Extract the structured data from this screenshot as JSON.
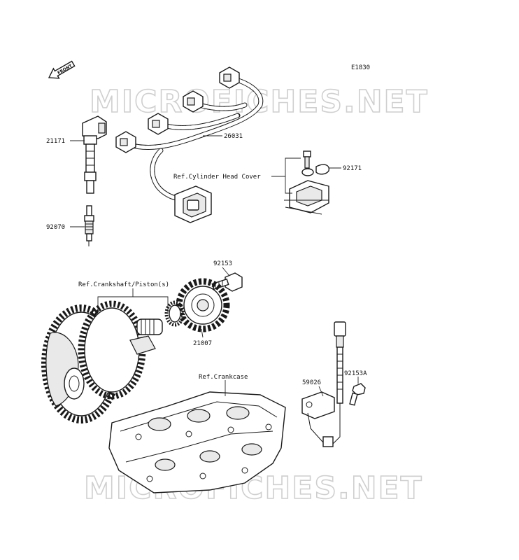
{
  "diagram_code": "E1830",
  "front_arrow_label": "FRONT",
  "watermark_text": "MICROFICHES.NET",
  "callouts": {
    "p21171": "21171",
    "p92070": "92070",
    "p26031": "26031",
    "p92171": "92171",
    "ref_cylinder_head_cover": "Ref.Cylinder Head Cover",
    "p92153": "92153",
    "ref_crankshaft_piston": "Ref.Crankshaft/Piston(s)",
    "p21007": "21007",
    "ref_crankcase": "Ref.Crankcase",
    "p59026": "59026",
    "p92153A": "92153A"
  }
}
